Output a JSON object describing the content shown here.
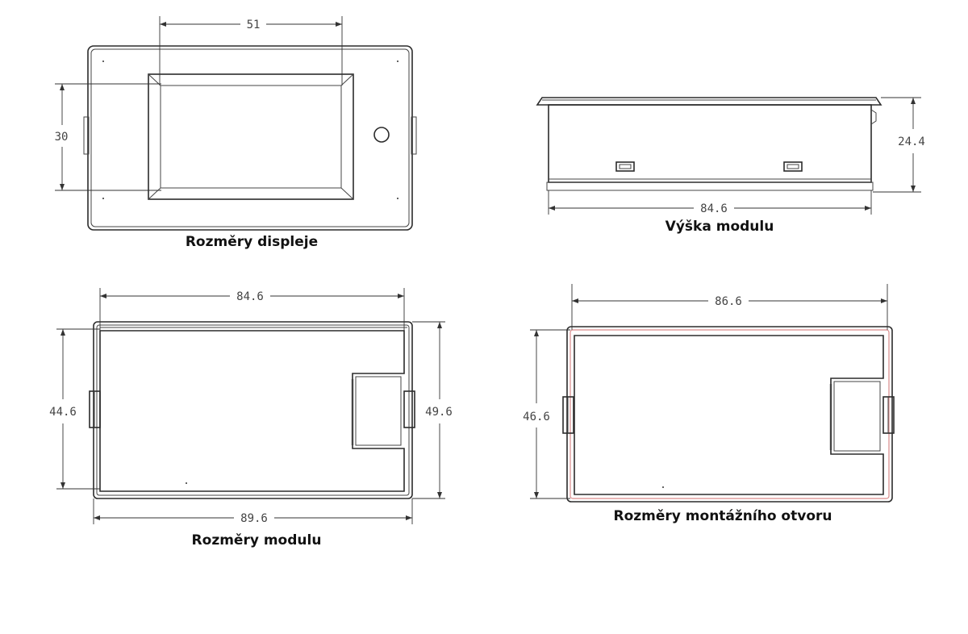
{
  "views": {
    "display": {
      "caption": "Rozměry displeje",
      "dim_width": "51",
      "dim_height": "30"
    },
    "height": {
      "caption": "Výška modulu",
      "dim_length": "84.6",
      "dim_height": "24.4"
    },
    "module": {
      "caption": "Rozměry modulu",
      "dim_inner_width": "84.6",
      "dim_outer_width": "89.6",
      "dim_inner_height": "44.6",
      "dim_outer_height": "49.6"
    },
    "cutout": {
      "caption": "Rozměry montážního otvoru",
      "dim_width": "86.6",
      "dim_height": "46.6"
    }
  },
  "colors": {
    "line": "#2b2b2b",
    "cutout_highlight": "#d98a8a"
  }
}
